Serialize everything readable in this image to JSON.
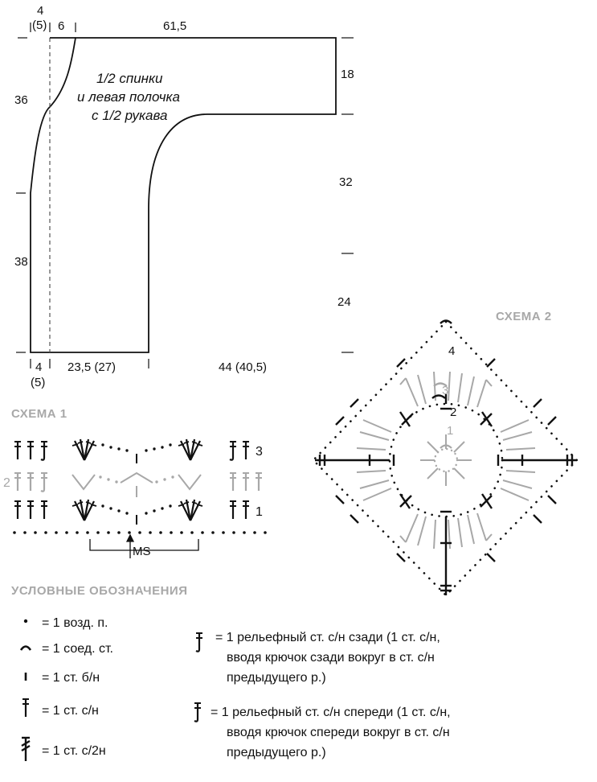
{
  "pattern": {
    "piece_label_lines": [
      "1/2 спинки",
      "и левая полочка",
      "с 1/2 рукава"
    ],
    "dimensions": {
      "top_left": "4",
      "top_left_alt": "(5)",
      "top_6": "6",
      "top_615": "61,5",
      "left_36": "36",
      "left_38": "38",
      "right_18": "18",
      "right_32": "32",
      "right_24": "24",
      "bottom_left": "4",
      "bottom_left_alt": "(5)",
      "bottom_235": "23,5 (27)",
      "bottom_44": "44 (40,5)"
    }
  },
  "scheme1": {
    "title": "СХЕМА 1",
    "row_labels": [
      "3",
      "2",
      "1"
    ],
    "ms_label": "MS"
  },
  "scheme2": {
    "title": "СХЕМА 2",
    "round_labels": [
      "4",
      "3",
      "2",
      "1"
    ]
  },
  "legend": {
    "title": "УСЛОВНЫЕ ОБОЗНАЧЕНИЯ",
    "items": [
      {
        "icon": "chain-dot",
        "text": "= 1 возд. п."
      },
      {
        "icon": "slip-stitch-arc",
        "text": "= 1 соед. ст."
      },
      {
        "icon": "single-crochet-bar",
        "text": "= 1 ст. б/н"
      },
      {
        "icon": "double-crochet-cross",
        "text": "= 1 ст. с/н"
      },
      {
        "icon": "double-treble-cross",
        "text": "= 1 ст. с/2н"
      }
    ],
    "relief": [
      {
        "icon": "back-post-stitch",
        "lines": [
          "= 1 рельефный ст. с/н сзади (1 ст. с/н,",
          "вводя крючок сзади вокруг в ст. с/н",
          "предыдущего р.)"
        ]
      },
      {
        "icon": "front-post-stitch",
        "lines": [
          "= 1 рельефный ст. с/н спереди (1 ст. с/н,",
          "вводя крючок спереди вокруг в ст. с/н",
          "предыдущего р.)"
        ]
      }
    ]
  }
}
